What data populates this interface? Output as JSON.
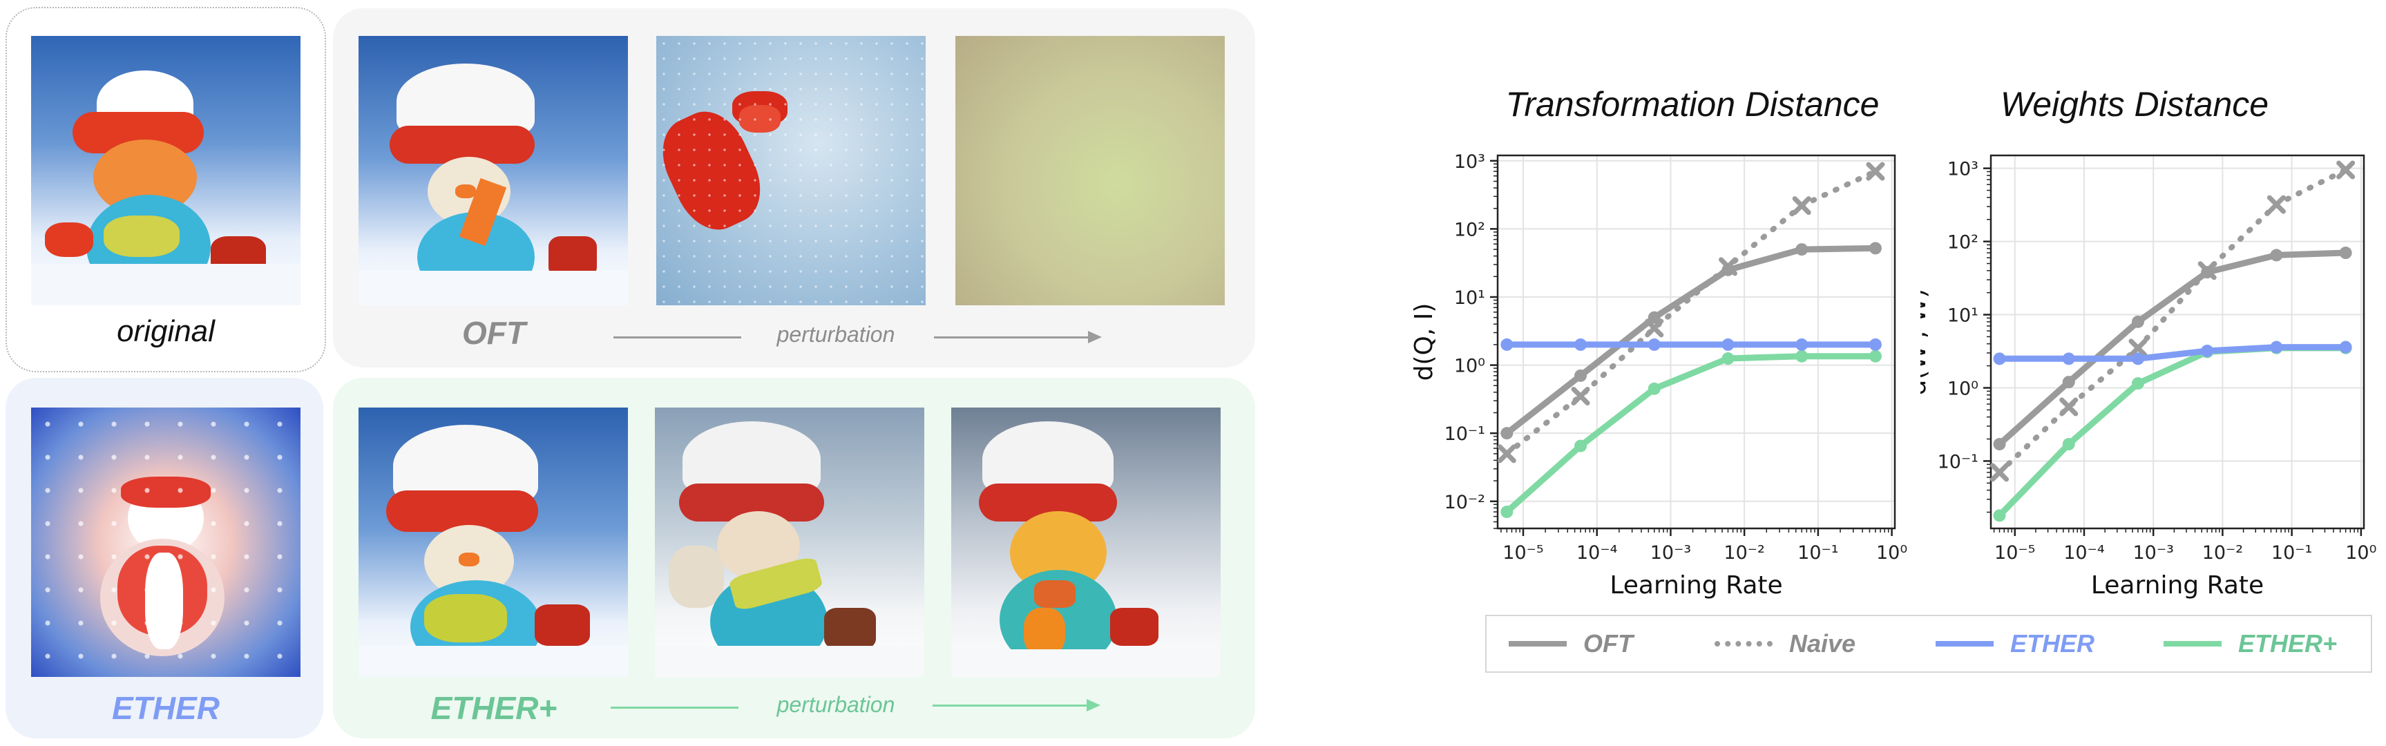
{
  "figure": {
    "original_label": "original",
    "oft_label": "OFT",
    "ether_label": "ETHER",
    "etherplus_label": "ETHER+",
    "perturbation_label": "perturbation",
    "colors": {
      "oft": "#9b9b9b",
      "naive": "#9b9b9b",
      "ether": "#7f9cf5",
      "etherplus": "#7fd9a3"
    }
  },
  "legend": [
    {
      "name": "OFT",
      "color": "#9b9b9b",
      "style": "solid"
    },
    {
      "name": "Naive",
      "color": "#9b9b9b",
      "style": "dotted"
    },
    {
      "name": "ETHER",
      "color": "#7f9cf5",
      "style": "solid"
    },
    {
      "name": "ETHER+",
      "color": "#7fd9a3",
      "style": "solid"
    }
  ],
  "chart_data": [
    {
      "type": "line",
      "title": "Transformation Distance",
      "xlabel": "Learning Rate",
      "ylabel": "d(Q, I)",
      "xscale": "log",
      "yscale": "log",
      "xlim": [
        4.5e-06,
        1.1
      ],
      "ylim": [
        0.004,
        1200
      ],
      "xticks": [
        "10⁻⁵",
        "10⁻⁴",
        "10⁻³",
        "10⁻²",
        "10⁻¹",
        "10⁰"
      ],
      "yticks": [
        "10⁻²",
        "10⁻¹",
        "10⁰",
        "10¹",
        "10²",
        "10³"
      ],
      "grid": true,
      "x": [
        6e-06,
        6e-05,
        0.0006,
        0.006,
        0.06,
        0.6
      ],
      "series": [
        {
          "name": "OFT",
          "values": [
            0.1,
            0.7,
            5,
            25,
            50,
            52
          ]
        },
        {
          "name": "Naive",
          "values": [
            0.05,
            0.35,
            3.5,
            28,
            220,
            700
          ]
        },
        {
          "name": "ETHER",
          "values": [
            2,
            2,
            2,
            2,
            2,
            2
          ]
        },
        {
          "name": "ETHER+",
          "values": [
            0.007,
            0.065,
            0.45,
            1.25,
            1.35,
            1.35
          ]
        }
      ]
    },
    {
      "type": "line",
      "title": "Weights Distance",
      "xlabel": "Learning Rate",
      "ylabel": "d(W', W)",
      "xscale": "log",
      "yscale": "log",
      "xlim": [
        4.5e-06,
        1.1
      ],
      "ylim": [
        0.012,
        1500
      ],
      "xticks": [
        "10⁻⁵",
        "10⁻⁴",
        "10⁻³",
        "10⁻²",
        "10⁻¹",
        "10⁰"
      ],
      "yticks": [
        "10⁻¹",
        "10⁰",
        "10¹",
        "10²",
        "10³"
      ],
      "grid": true,
      "x": [
        6e-06,
        6e-05,
        0.0006,
        0.006,
        0.06,
        0.6
      ],
      "series": [
        {
          "name": "OFT",
          "values": [
            0.17,
            1.2,
            8,
            38,
            65,
            70
          ]
        },
        {
          "name": "Naive",
          "values": [
            0.07,
            0.55,
            3.5,
            40,
            320,
            950
          ]
        },
        {
          "name": "ETHER",
          "values": [
            2.5,
            2.5,
            2.5,
            3.2,
            3.6,
            3.6
          ]
        },
        {
          "name": "ETHER+",
          "values": [
            0.018,
            0.17,
            1.15,
            3.1,
            3.5,
            3.5
          ]
        }
      ]
    }
  ]
}
